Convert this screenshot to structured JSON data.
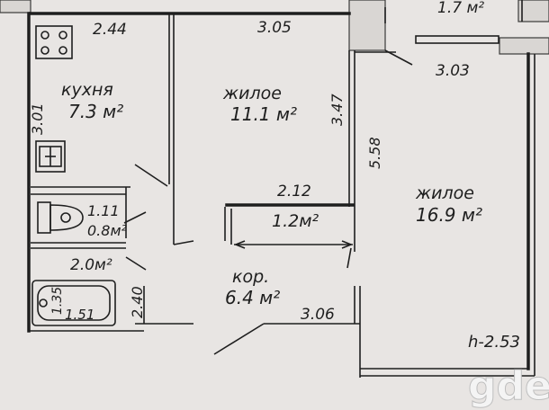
{
  "rooms": {
    "kitchen": {
      "name": "кухня",
      "area": "7.3 м²",
      "width": "2.44",
      "depth": "3.01"
    },
    "living1": {
      "name": "жилое",
      "area": "11.1 м²",
      "width": "3.05",
      "depth": "3.47"
    },
    "living2": {
      "name": "жилое",
      "area": "16.9 м²",
      "width": "3.03",
      "depth": "5.58"
    },
    "top_room": {
      "area": "1.7 м²"
    },
    "toilet": {
      "width": "1.11",
      "area": "0.8м²"
    },
    "bathroom": {
      "area": "2.0м²",
      "width": "1.51",
      "length": "2.40",
      "tub_width": "1.35"
    },
    "closet": {
      "width": "2.12",
      "area": "1.2м²"
    },
    "corridor": {
      "name": "кор.",
      "area": "6.4 м²",
      "width": "3.06"
    }
  },
  "ceiling_height": "h-2.53",
  "watermark": "gde"
}
